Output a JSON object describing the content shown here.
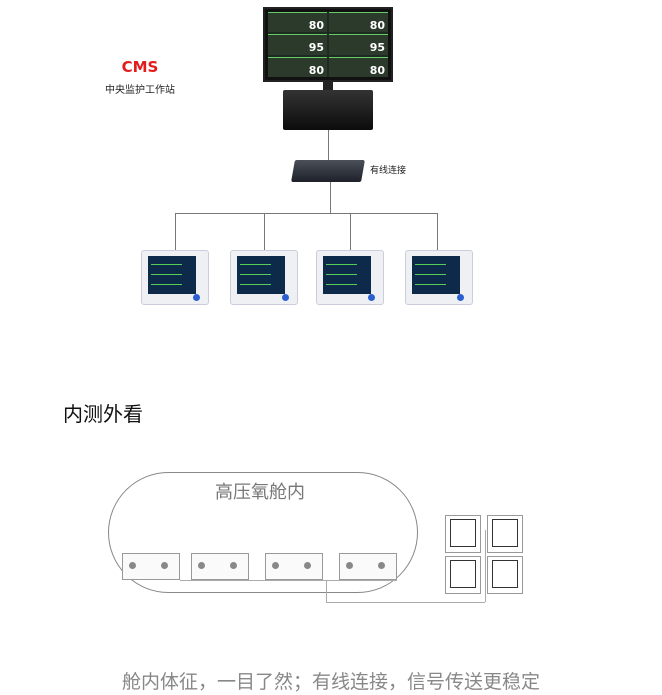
{
  "cms": {
    "title": "CMS",
    "subtitle": "中央监护工作站"
  },
  "central_monitor": {
    "readings": [
      "80",
      "80",
      "95",
      "95",
      "80",
      "80"
    ]
  },
  "switch": {
    "label": "有线连接"
  },
  "section": {
    "heading": "内测外看",
    "chamber_label": "高压氧舱内"
  },
  "caption": "舱内体征，一目了然；有线连接，信号传送更稳定",
  "colors": {
    "cms": "#e21b1b",
    "caption": "#888888"
  }
}
